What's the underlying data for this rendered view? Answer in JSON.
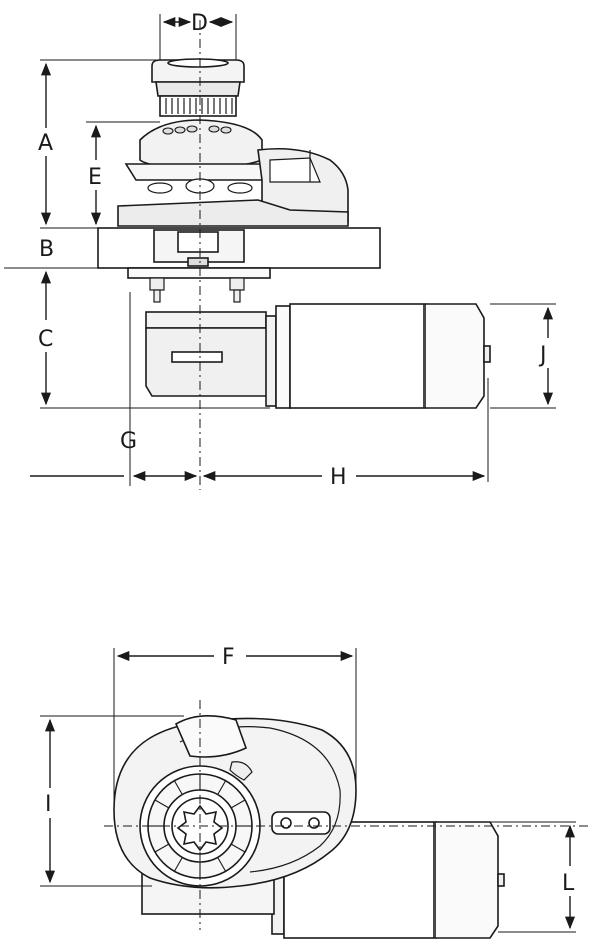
{
  "diagram": {
    "title": "",
    "side_view_labels": {
      "A": "A",
      "B": "B",
      "C": "C",
      "D": "D",
      "E": "E",
      "G": "G",
      "H": "H",
      "J": "J"
    },
    "top_view_labels": {
      "F": "F",
      "I": "I",
      "L": "L"
    }
  }
}
